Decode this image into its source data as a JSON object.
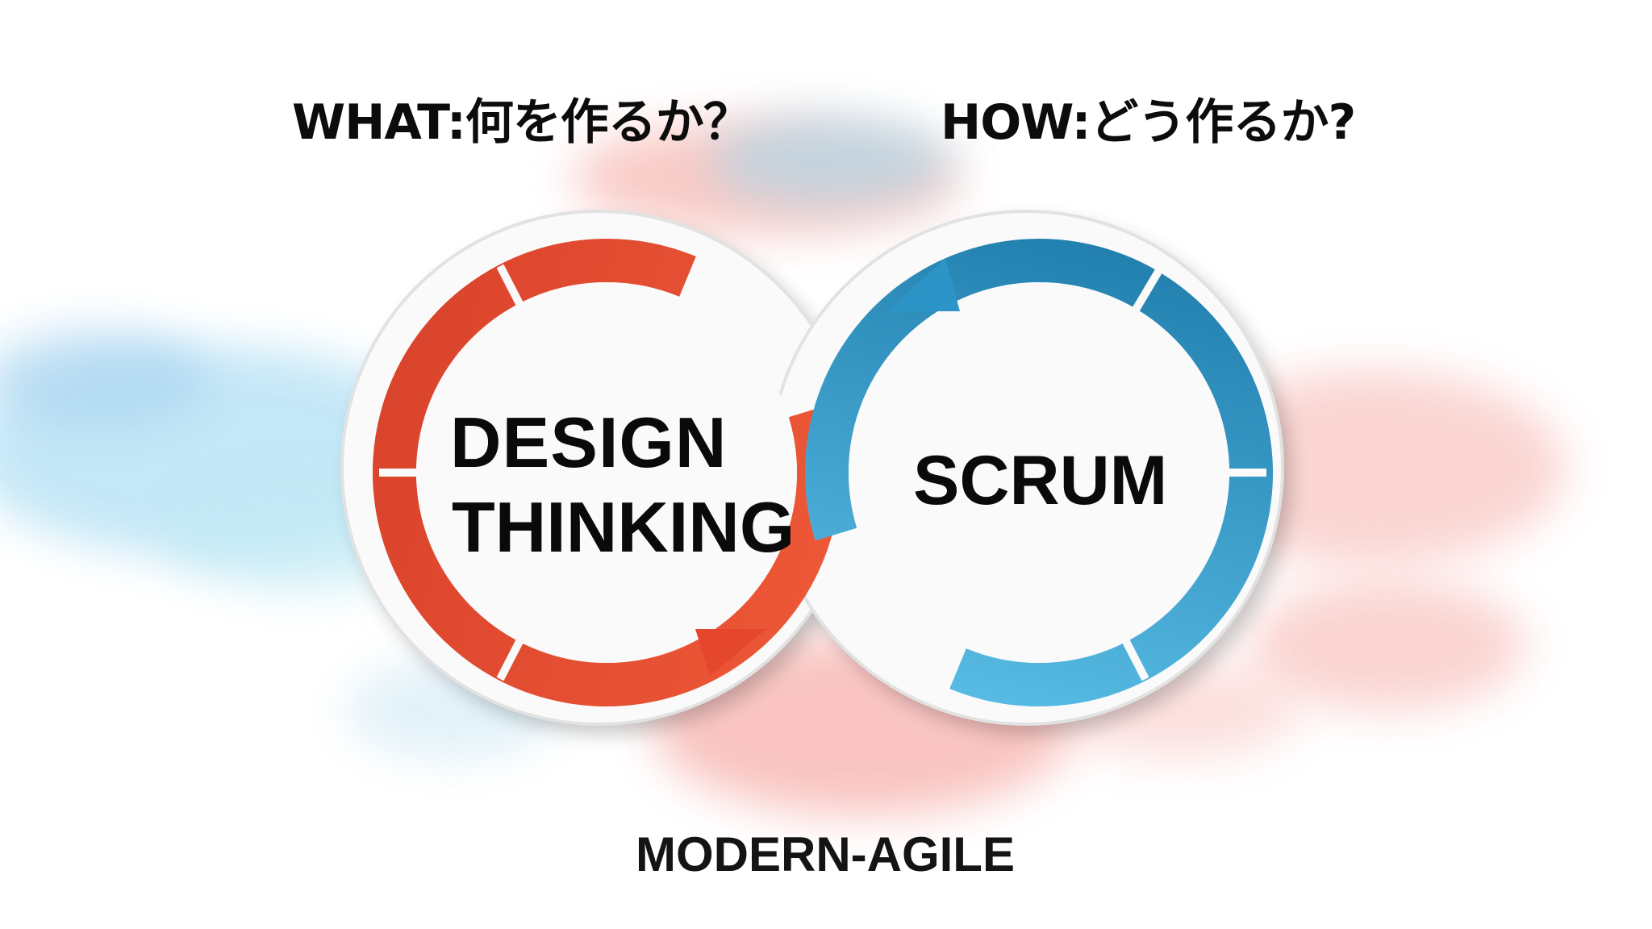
{
  "headings": {
    "what": "WHAT:何を作るか？",
    "how": "HOW:どう作るか?"
  },
  "cycles": {
    "design_thinking": {
      "line1": "DESIGN",
      "line2": "THINKING",
      "color": "#e5472e"
    },
    "scrum": {
      "label": "SCRUM",
      "color": "#3aa6d6"
    }
  },
  "caption": "MODERN-AGILE",
  "colors": {
    "ink_blue": "#9fd4f0",
    "ink_red": "#f29a94",
    "text": "#0c0c0c"
  }
}
